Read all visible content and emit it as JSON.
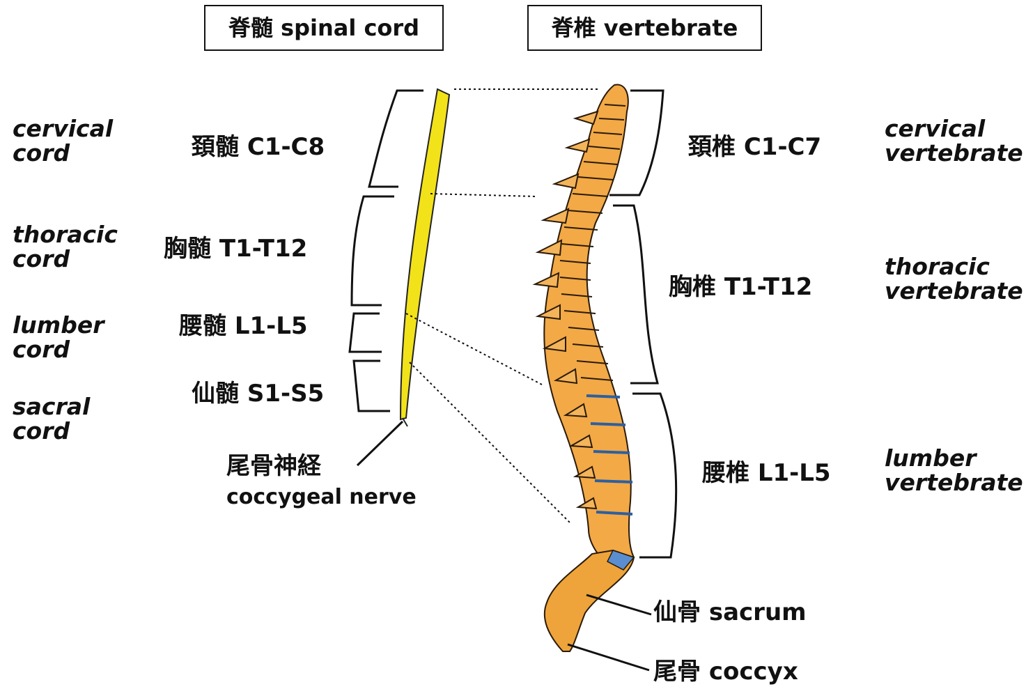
{
  "headers": {
    "spinal_cord": "脊髄 spinal cord",
    "vertebrate": "脊椎 vertebrate"
  },
  "cord_sections": [
    {
      "jp": "頚髄 C1-C8",
      "en_line1": "cervical",
      "en_line2": "cord"
    },
    {
      "jp": "胸髄 T1-T12",
      "en_line1": "thoracic",
      "en_line2": "cord"
    },
    {
      "jp": "腰髄 L1-L5",
      "en_line1": "lumber",
      "en_line2": "cord"
    },
    {
      "jp": "仙髄 S1-S5",
      "en_line1": "sacral",
      "en_line2": "cord"
    }
  ],
  "coccygeal_nerve": {
    "jp": "尾骨神経",
    "en": "coccygeal nerve"
  },
  "vertebra_sections": [
    {
      "jp": "頚椎 C1-C7",
      "en_line1": "cervical",
      "en_line2": "vertebrate"
    },
    {
      "jp": "胸椎 T1-T12",
      "en_line1": "thoracic",
      "en_line2": "vertebrate"
    },
    {
      "jp": "腰椎 L1-L5",
      "en_line1": "lumber",
      "en_line2": "vertebrate"
    }
  ],
  "bottom_labels": {
    "sacrum": "仙骨 sacrum",
    "coccyx": "尾骨 coccyx"
  },
  "colors": {
    "cord": "#f2e21a",
    "bone": "#f0a43c",
    "disc": "#2d5fa0",
    "ink": "#111111"
  }
}
